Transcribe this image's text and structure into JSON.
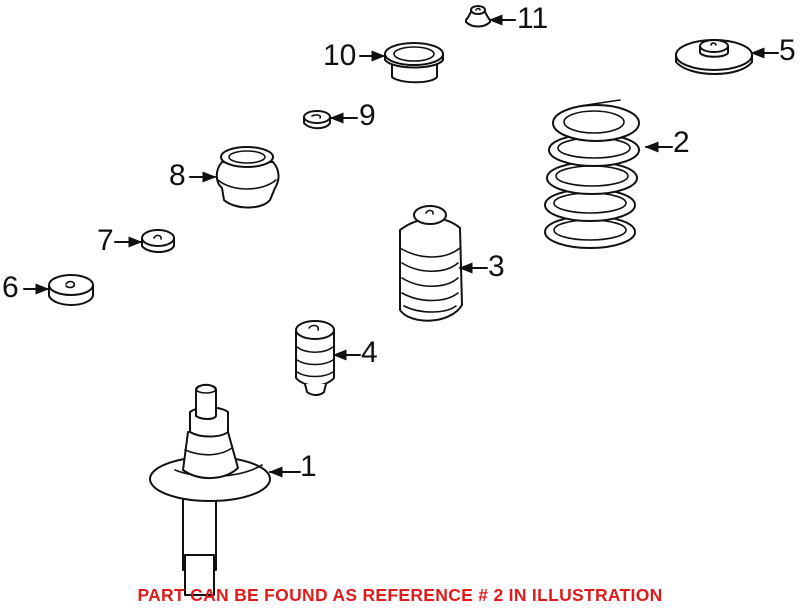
{
  "diagram": {
    "type": "exploded-parts-illustration",
    "subject": "Front suspension strut assembly",
    "callouts": [
      {
        "ref": "1",
        "part": "strut-assembly"
      },
      {
        "ref": "2",
        "part": "coil-spring"
      },
      {
        "ref": "3",
        "part": "dust-boot"
      },
      {
        "ref": "4",
        "part": "bump-stop"
      },
      {
        "ref": "5",
        "part": "upper-spring-seat"
      },
      {
        "ref": "6",
        "part": "lower-insulator"
      },
      {
        "ref": "7",
        "part": "spacer"
      },
      {
        "ref": "8",
        "part": "upper-mount"
      },
      {
        "ref": "9",
        "part": "washer"
      },
      {
        "ref": "10",
        "part": "bushing"
      },
      {
        "ref": "11",
        "part": "nut-cap"
      }
    ],
    "footer_note": "PART CAN BE FOUND AS REFERENCE # 2 IN ILLUSTRATION",
    "colors": {
      "line": "#111111",
      "note": "#e01b1b",
      "background": "#ffffff"
    }
  }
}
